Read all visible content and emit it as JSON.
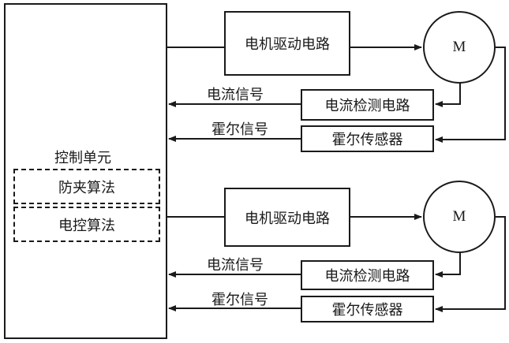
{
  "control_unit": {
    "title": "控制单元",
    "algorithms": [
      "防夹算法",
      "电控算法"
    ]
  },
  "channels": [
    {
      "driver": "电机驱动电路",
      "motor": "M",
      "current_sensor": "电流检测电路",
      "hall_sensor": "霍尔传感器",
      "current_signal": "电流信号",
      "hall_signal": "霍尔信号"
    },
    {
      "driver": "电机驱动电路",
      "motor": "M",
      "current_sensor": "电流检测电路",
      "hall_sensor": "霍尔传感器",
      "current_signal": "电流信号",
      "hall_signal": "霍尔信号"
    }
  ]
}
